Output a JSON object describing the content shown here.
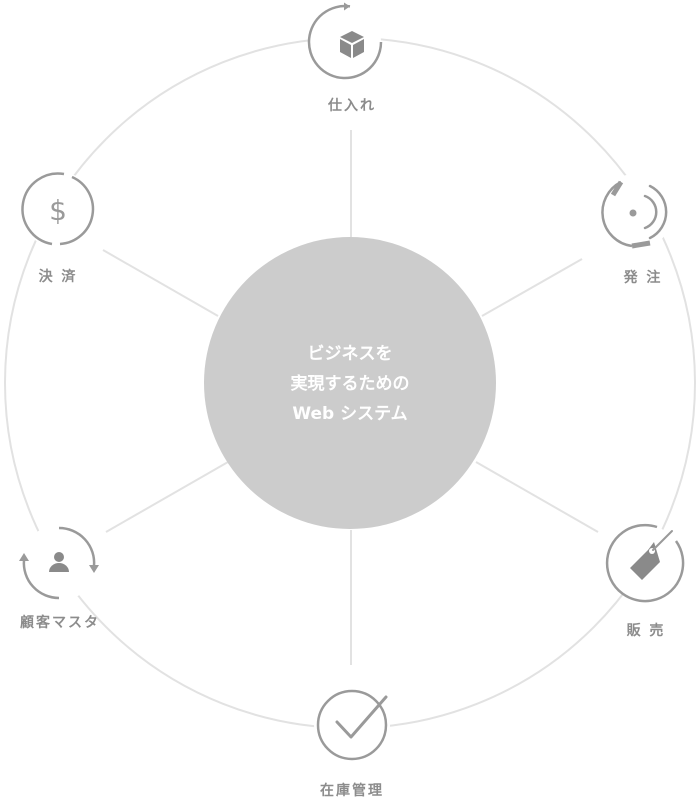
{
  "diagram": {
    "center_lines": [
      "ビジネスを",
      "実現するための",
      "Web システム"
    ],
    "nodes": [
      {
        "id": "purchase",
        "label": "仕入れ",
        "icon": "box-icon"
      },
      {
        "id": "ordering",
        "label": "発 注",
        "icon": "signal-icon"
      },
      {
        "id": "sales",
        "label": "販 売",
        "icon": "price-tag-icon"
      },
      {
        "id": "inventory",
        "label": "在庫管理",
        "icon": "checkmark-icon"
      },
      {
        "id": "customer",
        "label": "顧客マスタ",
        "icon": "user-icon"
      },
      {
        "id": "payment",
        "label": "決 済",
        "icon": "dollar-icon"
      }
    ],
    "colors": {
      "ring": "#e2e2e2",
      "spoke": "#e2e2e2",
      "hub": "#cccccc",
      "icon_stroke": "#9a9a9a",
      "icon_fill": "#8a8a8a",
      "label": "#8c8c8c",
      "center_text": "#ffffff"
    }
  }
}
